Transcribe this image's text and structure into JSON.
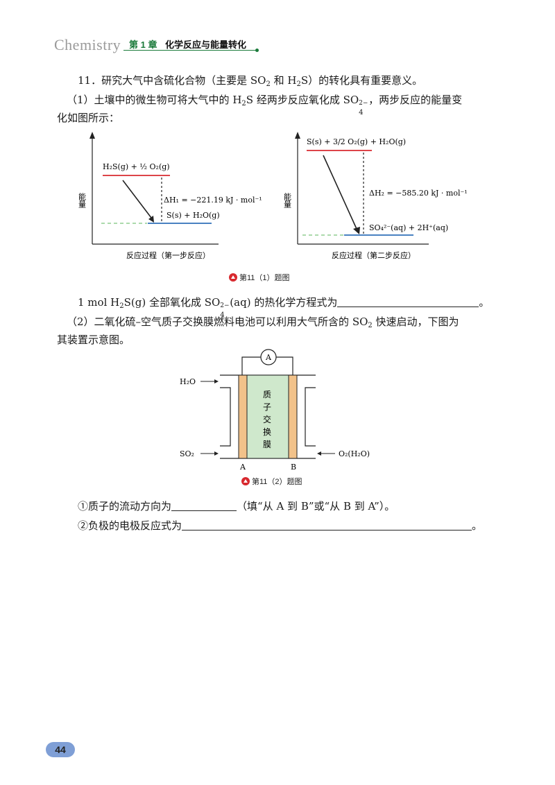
{
  "header": {
    "subject": "Chemistry",
    "chapter": "第 1 章",
    "chapter_title": "化学反应与能量转化"
  },
  "question": {
    "number": "11．",
    "intro_a": "研究大气中含硫化合物（主要是 SO",
    "intro_b": " 和 H",
    "intro_c": "S）的转化具有重要意义。",
    "p1_a": "（1）土壤中的微生物可将大气中的 H",
    "p1_b": "S 经两步反应氧化成 SO",
    "p1_c": "，两步反应的能量变",
    "p1_d": "化如图所示：",
    "fig1_caption": "第11（1）题图",
    "blank1_a": "1 mol H",
    "blank1_b": "S(g) 全部氧化成 SO",
    "blank1_c": "(aq) 的热化学方程式为",
    "blank1_end": "。",
    "p2_a": "（2）二氧化硫–空气质子交换膜燃料电池可以利用大气所含的 SO",
    "p2_b": " 快速启动，下图为",
    "p2_c": "其装置示意图。",
    "fig2_caption": "第11（2）题图",
    "q1_a": "①质子的流动方向为",
    "q1_b": "（填“从 A 到 B”或“从 B 到 A”）。",
    "q2_a": "②负极的电极反应式为",
    "q2_end": "。"
  },
  "sub": {
    "two": "2",
    "four": "4"
  },
  "sup": {
    "two_minus": "2−"
  },
  "chart1": {
    "y_axis": "能量",
    "x_axis": "反应过程（第一步反应）",
    "reactant": "H₂S(g) + ½ O₂(g)",
    "product": "S(s) + H₂O(g)",
    "dh": "ΔH₁ = −221.19 kJ · mol⁻¹",
    "colors": {
      "reactant": "#d8292f",
      "product": "#2f6fb8"
    }
  },
  "chart2": {
    "y_axis": "能量",
    "x_axis": "反应过程（第二步反应）",
    "reactant": "S(s) + 3/2 O₂(g) + H₂O(g)",
    "product": "SO₄²⁻(aq) + 2H⁺(aq)",
    "dh": "ΔH₂ = −585.20 kJ · mol⁻¹"
  },
  "cell": {
    "meter": "A",
    "in_top_left": "H₂O",
    "in_bottom_left": "SO₂",
    "in_right": "O₂(H₂O)",
    "membrane": [
      "质",
      "子",
      "交",
      "换",
      "膜"
    ],
    "electrode_a": "A",
    "electrode_b": "B",
    "colors": {
      "electrode": "#f2c28a",
      "membrane": "#cfe8cc"
    }
  },
  "page_number": "44"
}
